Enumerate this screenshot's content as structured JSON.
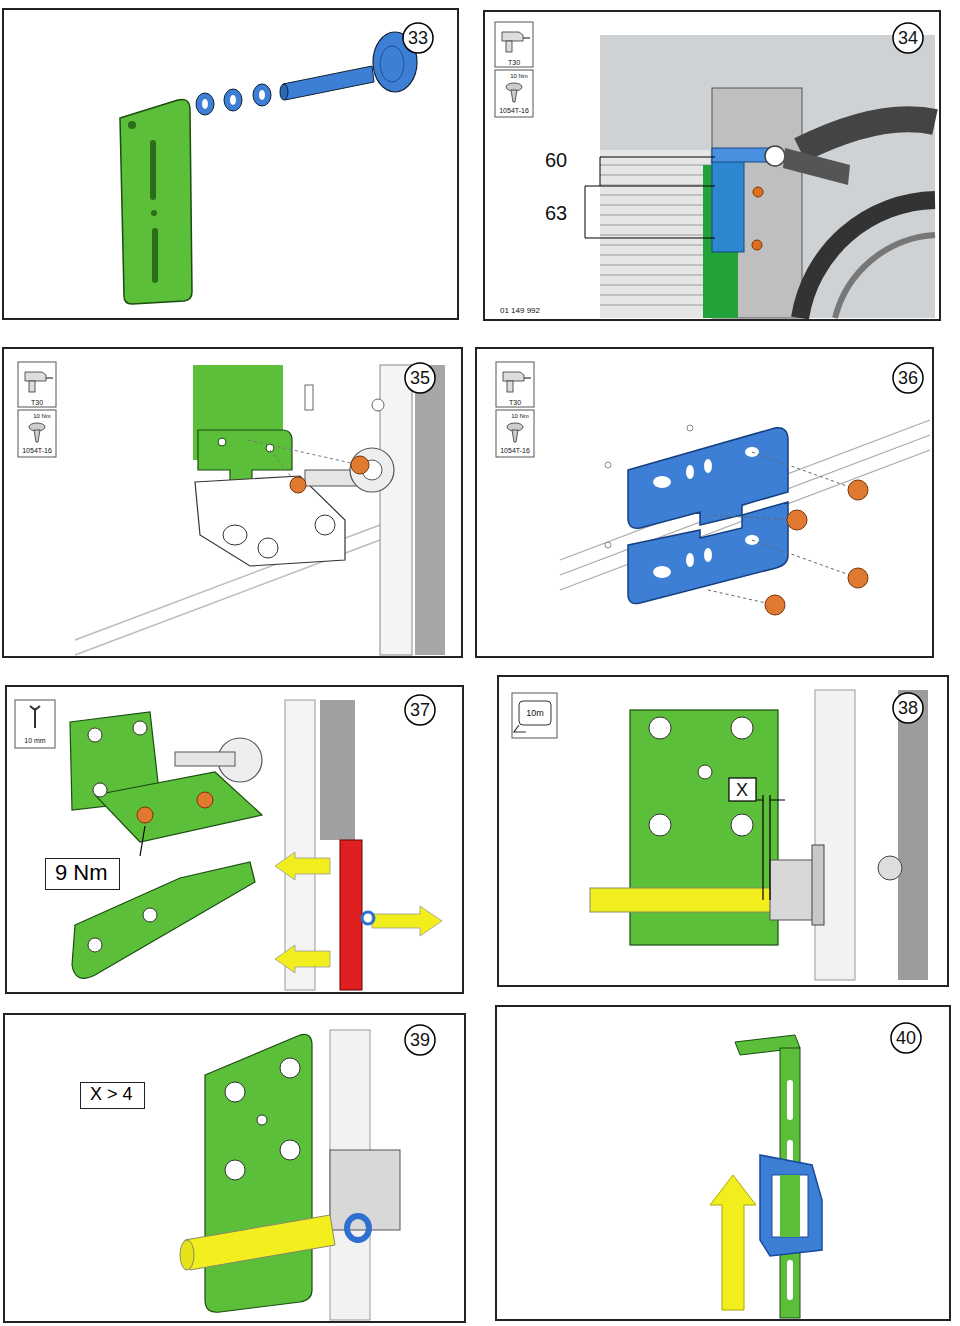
{
  "diagram": {
    "nodes": [
      {
        "text": [
          "9 Nm"
        ]
      },
      {
        "text": [
          "X > 4"
        ]
      }
    ],
    "labels": [
      "33",
      "34",
      "T30",
      "10 Nm",
      "1054T-16",
      "60",
      "63",
      "01 149 992",
      "35",
      "T30",
      "10 Nm",
      "1054T-16",
      "36",
      "T30",
      "10 Nm",
      "1054T-16",
      "37",
      "10 mm",
      "38",
      "10m",
      "X",
      "39",
      "40"
    ]
  }
}
